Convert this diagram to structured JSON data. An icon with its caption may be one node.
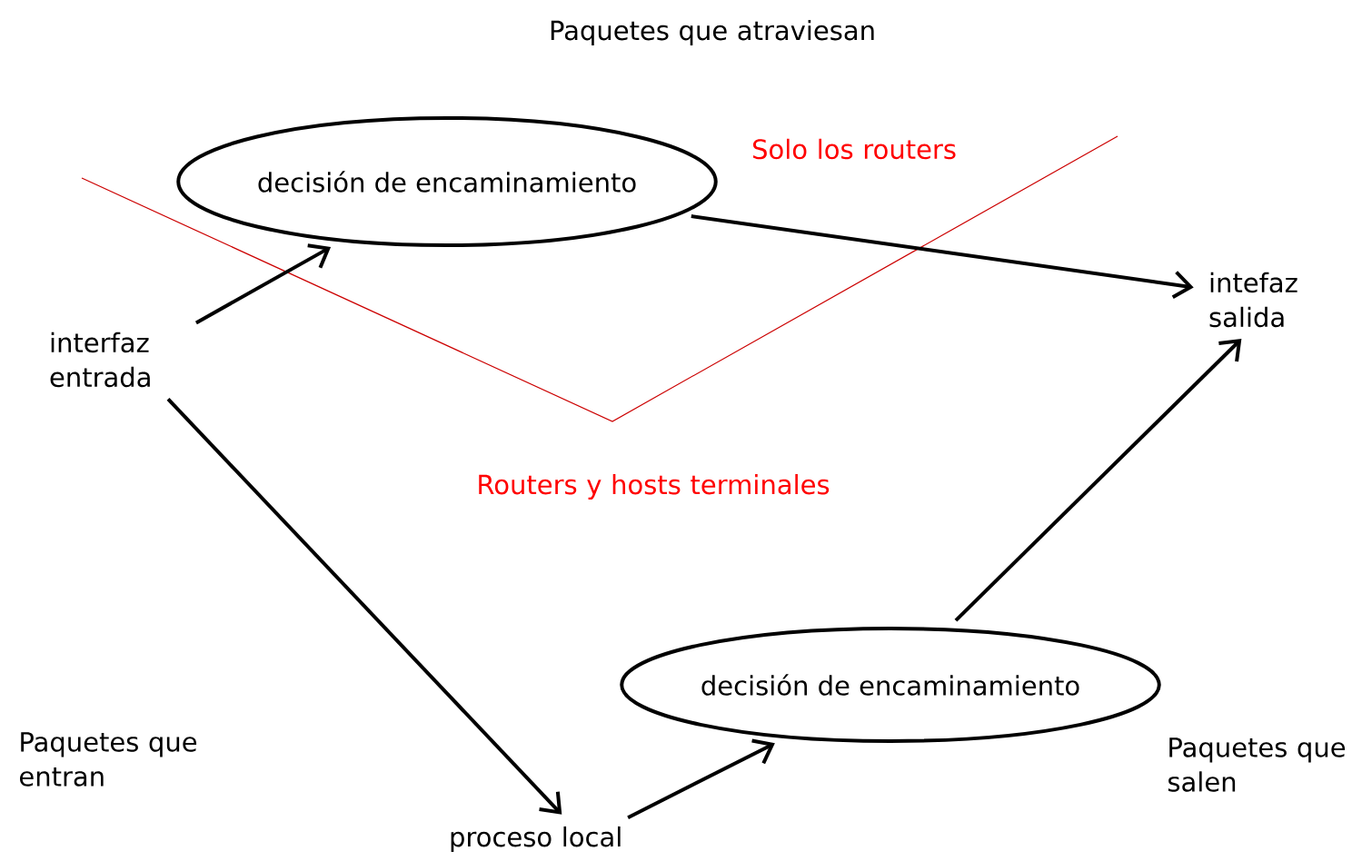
{
  "diagram": {
    "nodes": [
      {
        "text": [
          "decisión de encaminamiento"
        ]
      },
      {
        "text": [
          "interfaz entrada"
        ]
      },
      {
        "text": [
          "intefaz salida"
        ]
      },
      {
        "text": [
          "decisión de encaminamiento"
        ]
      },
      {
        "text": [
          "proceso local"
        ]
      }
    ],
    "edges": [
      {
        "from": 1,
        "to": 0,
        "arrow": "to"
      },
      {
        "from": 0,
        "to": 2,
        "arrow": "to"
      },
      {
        "from": 1,
        "to": 4,
        "arrow": "to"
      },
      {
        "from": 4,
        "to": 3,
        "arrow": "to"
      },
      {
        "from": 3,
        "to": 2,
        "arrow": "to"
      }
    ],
    "labels": [
      "Paquetes que atraviesan",
      "Solo los routers",
      "Routers y hosts terminales",
      "Paquetes que entran",
      "Paquetes que salen"
    ]
  }
}
